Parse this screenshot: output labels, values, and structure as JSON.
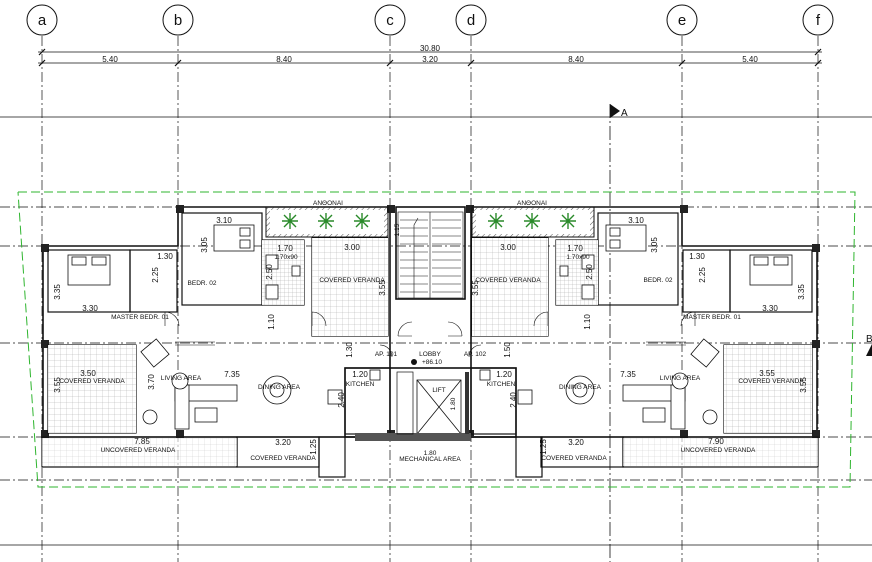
{
  "grid_labels": [
    "a",
    "b",
    "c",
    "d",
    "e",
    "f"
  ],
  "overall_dimension": "30.80",
  "bay_dimensions": [
    "5.40",
    "8.40",
    "3.20",
    "8.40",
    "5.40"
  ],
  "section_marker": "A",
  "side_marker": "B",
  "plant_label": "ΑΝΘΟΝΑΙ",
  "room_labels": {
    "lobby": "LOBBY",
    "lobby_level": "+86.10",
    "lift": "LIFT",
    "mechanical": "MECHANICAL AREA",
    "ap_left": "AP. 101",
    "ap_right": "AP. 102",
    "master_bedroom": "MASTER BEDR. 01",
    "bedroom": "BEDR. 02",
    "covered_veranda": "COVERED VERANDA",
    "uncovered_veranda": "UNCOVERED VERANDA",
    "kitchen": "KITCHEN",
    "dining": "DINING AREA",
    "living": "LIVING AREA",
    "bath_size": "1.70x90"
  },
  "room_dims_left": {
    "top_veranda_w": "3.00",
    "top_veranda_h": "3.55",
    "bed2_w": "3.10",
    "bed2_h": "3.05",
    "bath_w": "1.70",
    "bath_h": "2.50",
    "master_w": "3.30",
    "master_h": "3.35",
    "closet_w": "1.30",
    "closet_h": "2.25",
    "hall_w": "1.10",
    "left_veranda_w": "3.50",
    "left_veranda_h": "3.55",
    "living_h": "3.70",
    "living_w": "7.35",
    "kitchen_w": "1.20",
    "kitchen_h": "2.40",
    "hall_h": "1.30",
    "uncov_w": "7.85",
    "cov_bottom_w": "3.20",
    "cov_bottom_h": "1.25"
  },
  "room_dims_right": {
    "top_veranda_w": "3.00",
    "top_veranda_h": "3.55",
    "bed2_w": "3.10",
    "bed2_h": "3.05",
    "bath_w": "1.70",
    "bath_h": "2.50",
    "master_w": "3.30",
    "master_h": "3.35",
    "closet_w": "1.30",
    "closet_h": "2.25",
    "hall_w": "1.10",
    "right_veranda_w": "3.55",
    "right_veranda_h": "3.55",
    "living_w": "7.35",
    "kitchen_w": "1.20",
    "kitchen_h": "2.40",
    "hall_h": "1.50",
    "uncov_w": "7.90",
    "cov_bottom_w": "3.20",
    "cov_bottom_h": "1.25"
  },
  "lobby_dims": {
    "lobby_w": "1.80",
    "lift_h": "1.80",
    "stair_w": "1.15"
  }
}
